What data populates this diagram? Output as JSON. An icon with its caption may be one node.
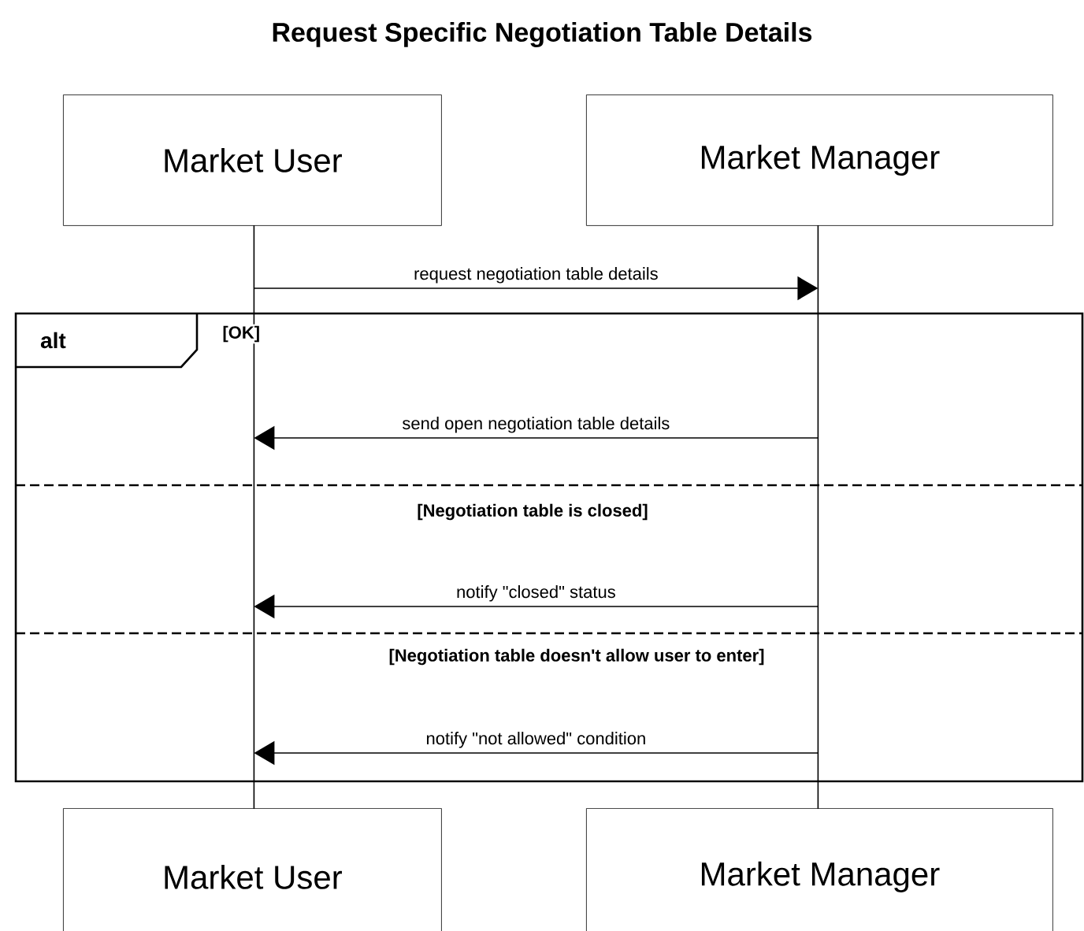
{
  "diagram": {
    "title": "Request Specific Negotiation Table Details",
    "nodes": [
      {
        "text": [
          "Market User"
        ]
      },
      {
        "text": [
          "Market Manager"
        ]
      },
      {
        "text": [
          "Market User"
        ]
      },
      {
        "text": [
          "Market Manager"
        ]
      },
      {
        "text": [],
        "shape": "line"
      },
      {
        "text": [],
        "shape": "line"
      }
    ],
    "edges": [
      {
        "from": 4,
        "to": 5,
        "arrow": "to",
        "label": "request negotiation table details"
      },
      {
        "from": 5,
        "to": 4,
        "arrow": "to",
        "label": "send open negotiation table details"
      },
      {
        "from": 5,
        "to": 4,
        "arrow": "to",
        "label": "notify \"closed\" status"
      },
      {
        "from": 5,
        "to": 4,
        "arrow": "to",
        "label": "notify \"not allowed\" condition"
      }
    ],
    "labels": [
      "alt",
      "[OK]",
      "[Negotiation table is closed]",
      "[Negotiation table doesn't allow user to enter]"
    ]
  }
}
